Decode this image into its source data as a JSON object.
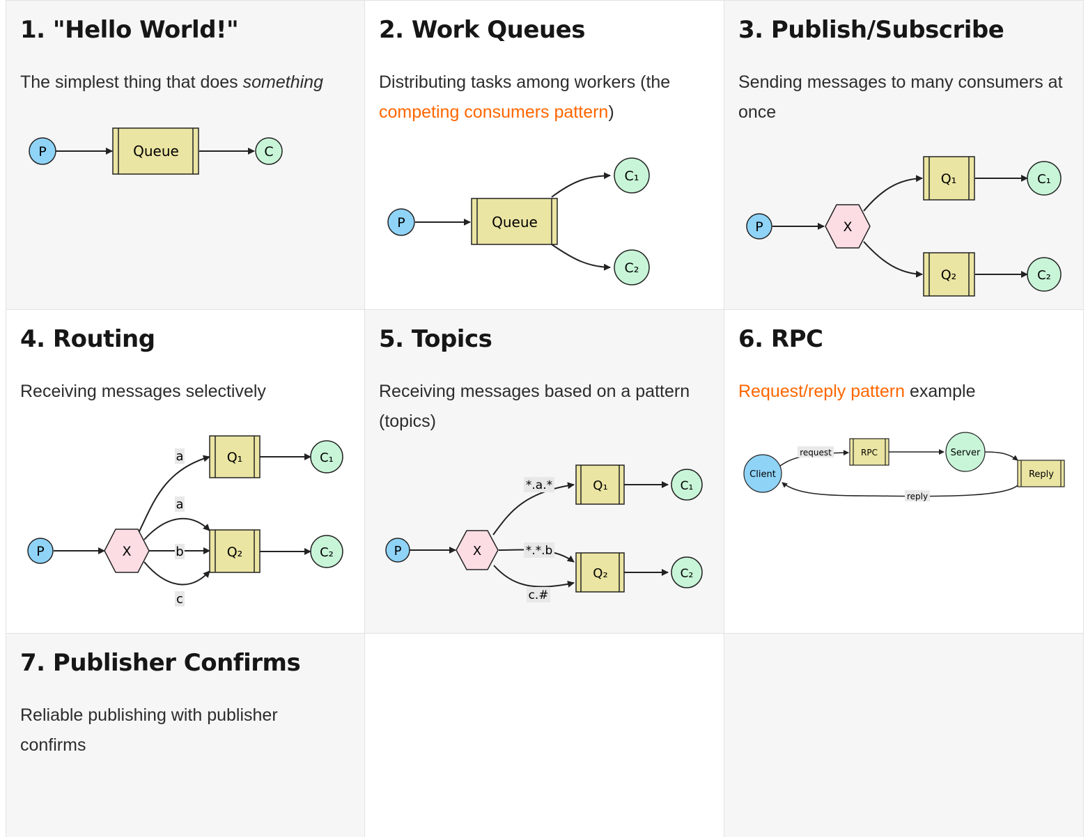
{
  "colors": {
    "producer": "#8fd3f7",
    "consumer": "#c8f5d8",
    "queue": "#ebe5a3",
    "exchange": "#fbdde3",
    "accent": "#ff6600"
  },
  "tutorials": [
    {
      "number": "1.",
      "title": "1. \"Hello World!\"",
      "desc_before": "The simplest thing that does ",
      "desc_emphasis": "something",
      "diagram": {
        "producer": "P",
        "queue": "Queue",
        "consumer": "C"
      }
    },
    {
      "title": "2. Work Queues",
      "desc_before": "Distributing tasks among workers (the ",
      "desc_link": "competing consumers pattern",
      "desc_after": ")",
      "diagram": {
        "producer": "P",
        "queue": "Queue",
        "consumer_1": "C₁",
        "consumer_2": "C₂"
      }
    },
    {
      "title": "3. Publish/Subscribe",
      "desc": "Sending messages to many consumers at once",
      "diagram": {
        "producer": "P",
        "exchange": "X",
        "queue_1": "Q₁",
        "queue_2": "Q₂",
        "consumer_1": "C₁",
        "consumer_2": "C₂"
      }
    },
    {
      "title": "4. Routing",
      "desc": "Receiving messages selectively",
      "diagram": {
        "producer": "P",
        "exchange": "X",
        "queue_1": "Q₁",
        "queue_2": "Q₂",
        "consumer_1": "C₁",
        "consumer_2": "C₂",
        "key_a1": "a",
        "key_a2": "a",
        "key_b": "b",
        "key_c": "c"
      }
    },
    {
      "title": "5. Topics",
      "desc": "Receiving messages based on a pattern (topics)",
      "diagram": {
        "producer": "P",
        "exchange": "X",
        "queue_1": "Q₁",
        "queue_2": "Q₂",
        "consumer_1": "C₁",
        "consumer_2": "C₂",
        "key_1": "*.a.*",
        "key_2": "*.*.b",
        "key_3": "c.#"
      }
    },
    {
      "title": "6. RPC",
      "desc_link": "Request/reply pattern",
      "desc_after": " example",
      "diagram": {
        "client": "Client",
        "rpc_queue": "RPC",
        "server": "Server",
        "reply_queue": "Reply",
        "request_label": "request",
        "reply_label": "reply"
      }
    },
    {
      "title": "7. Publisher Confirms",
      "desc": "Reliable publishing with publisher confirms"
    }
  ]
}
